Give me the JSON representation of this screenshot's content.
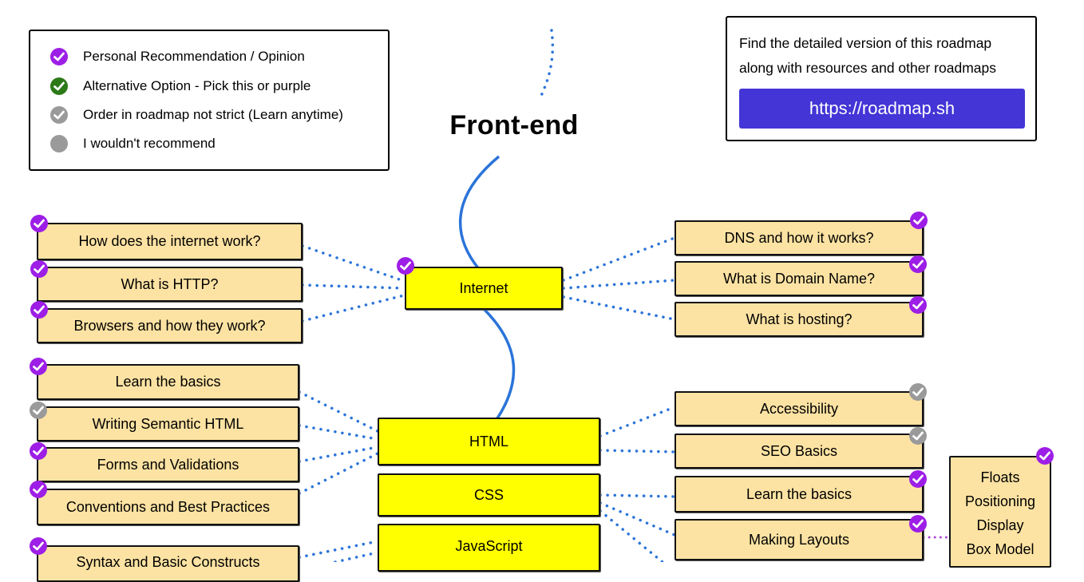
{
  "colors": {
    "purple": "#9d1ee6",
    "green": "#2b7a17",
    "grey": "#9a9a9a",
    "topic_fill": "#fde3a3",
    "core_fill": "#ffff00",
    "link_button": "#4335d6",
    "dotted_line": "#2b74d9",
    "side_link": "#b04bdf"
  },
  "legend": {
    "items": [
      {
        "icon": "purple-check-icon",
        "label": "Personal Recommendation / Opinion"
      },
      {
        "icon": "green-check-icon",
        "label": "Alternative Option - Pick this or purple"
      },
      {
        "icon": "grey-check-icon",
        "label": "Order in roadmap not strict (Learn anytime)"
      },
      {
        "icon": "grey-circle-icon",
        "label": "I wouldn't recommend"
      }
    ]
  },
  "info": {
    "line1": "Find the detailed version of this roadmap",
    "line2": "along with resources and other roadmaps",
    "link": "https://roadmap.sh"
  },
  "title": "Front-end",
  "core": {
    "internet": "Internet",
    "html": "HTML",
    "css": "CSS",
    "javascript": "JavaScript"
  },
  "internet_left": [
    {
      "label": "How does the internet work?",
      "badge": "purple-check-icon"
    },
    {
      "label": "What is HTTP?",
      "badge": "purple-check-icon"
    },
    {
      "label": "Browsers and how they work?",
      "badge": "purple-check-icon"
    }
  ],
  "internet_right": [
    {
      "label": "DNS and how it works?",
      "badge": "purple-check-icon"
    },
    {
      "label": "What is Domain Name?",
      "badge": "purple-check-icon"
    },
    {
      "label": "What is hosting?",
      "badge": "purple-check-icon"
    }
  ],
  "html_left": [
    {
      "label": "Learn the basics",
      "badge": "purple-check-icon"
    },
    {
      "label": "Writing Semantic HTML",
      "badge": "grey-check-icon"
    },
    {
      "label": "Forms and Validations",
      "badge": "purple-check-icon"
    },
    {
      "label": "Conventions and Best Practices",
      "badge": "purple-check-icon"
    }
  ],
  "html_right": [
    {
      "label": "Accessibility",
      "badge": "grey-check-icon"
    },
    {
      "label": "SEO Basics",
      "badge": "grey-check-icon"
    }
  ],
  "css_right": [
    {
      "label": "Learn the basics",
      "badge": "purple-check-icon"
    },
    {
      "label": "Making Layouts",
      "badge": "purple-check-icon"
    }
  ],
  "layout_topics": {
    "items": [
      "Floats",
      "Positioning",
      "Display",
      "Box Model"
    ],
    "badge": "purple-check-icon"
  },
  "js_left": [
    {
      "label": "Syntax and Basic Constructs",
      "badge": "purple-check-icon"
    }
  ]
}
